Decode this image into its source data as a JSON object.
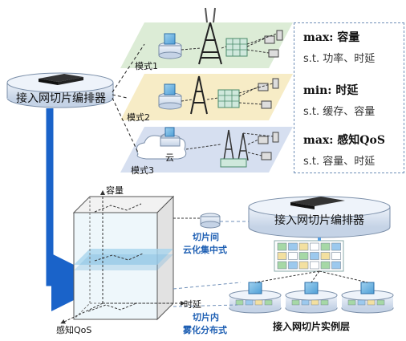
{
  "orchestrator_top": "接入网切片编排器",
  "orchestrator_bottom": "接入网切片编排器",
  "modes": [
    "模式1",
    "模式2",
    "模式3"
  ],
  "cloud_label": "云",
  "objectives": [
    {
      "prefix": "max: ",
      "target": "容量",
      "constraint": "s.t. 功率、时延"
    },
    {
      "prefix": "min: ",
      "target": "时延",
      "constraint": "s.t. 缓存、容量"
    },
    {
      "prefix": "max: ",
      "target": "感知QoS",
      "constraint": "s.t. 容量、时延"
    }
  ],
  "axes": {
    "capacity": "容量",
    "latency": "时延",
    "qos": "感知QoS"
  },
  "inter_slice": [
    "切片间",
    "云化集中式"
  ],
  "intra_slice": [
    "切片内",
    "雾化分布式"
  ],
  "instance_layer": "接入网切片实例层",
  "colors": {
    "layer1": "#dcecd6",
    "layer2": "#f7ecc6",
    "layer3": "#d6dff0",
    "arrow": "#1a63c9",
    "accent": "#1e5fb3"
  }
}
